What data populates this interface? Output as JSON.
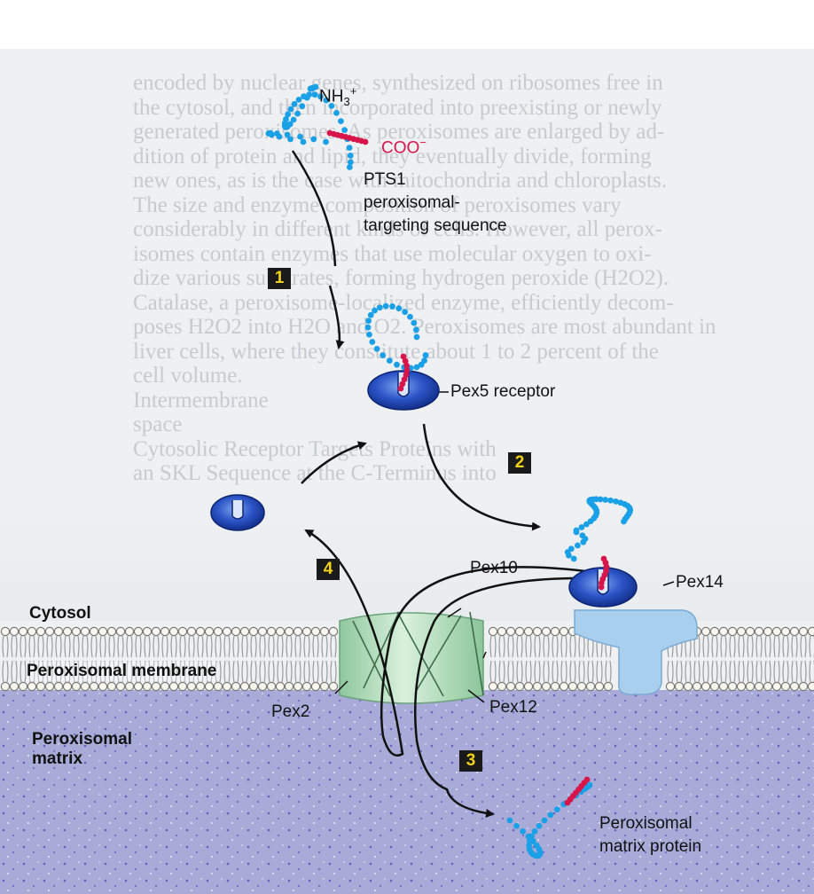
{
  "labels": {
    "nh3": "NH",
    "nh3_sub": "3",
    "nh3_sup": "+",
    "coo": "COO",
    "coo_sup": "−",
    "pts1": "PTS1",
    "pts_line1": "peroxisomal-",
    "pts_line2": "targeting sequence",
    "pex5": "Pex5 receptor",
    "pex10": "Pex10",
    "pex14": "Pex14",
    "pex2": "Pex2",
    "pex12": "Pex12",
    "cytosol": "Cytosol",
    "membrane": "Peroxisomal membrane",
    "matrix_line1": "Peroxisomal",
    "matrix_line2": "matrix",
    "protein_line1": "Peroxisomal",
    "protein_line2": "matrix protein"
  },
  "steps": [
    "1",
    "2",
    "3",
    "4"
  ],
  "background_text": [
    "encoded by nuclear genes, synthesized on ribosomes free in",
    "the cytosol, and then incorporated into preexisting or newly",
    "generated peroxisomes. As peroxisomes are enlarged by ad-",
    "dition of protein and lipid, they eventually divide, forming",
    "new ones, as is the case with mitochondria and chloroplasts.",
    "The size and enzyme composition of peroxisomes vary",
    "considerably in different kinds of cells. However, all perox-",
    "isomes contain enzymes that use molecular oxygen to oxi-",
    "dize various substrates, forming hydrogen peroxide (H2O2).",
    "Catalase, a peroxisome-localized enzyme, efficiently decom-",
    "poses H2O2 into H2O and O2. Peroxisomes are most abundant in",
    "liver cells, where they constitute about 1 to 2 percent of the",
    "cell volume.",
    "Intermembrane",
    "space",
    "Cytosolic Receptor Targets Proteins with",
    "an SKL Sequence at the C-Terminus into"
  ],
  "colors": {
    "protein_chain": "#1aa0e6",
    "pts1_signal": "#d8154a",
    "pex5_receptor": "#1f47b8",
    "pex14": "#a9cfee",
    "translocon": "#b7e0bf",
    "matrix": "#a8aad8",
    "step_box": "#1a1a1a",
    "step_text": "#f2d21a"
  }
}
